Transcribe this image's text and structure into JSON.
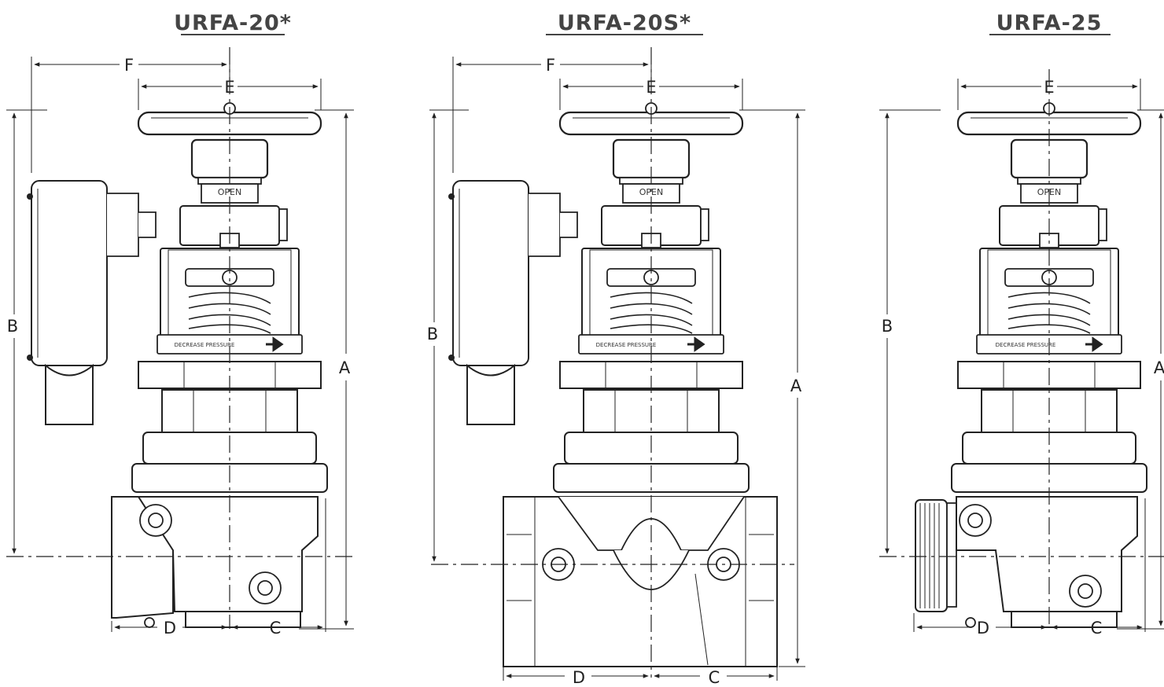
{
  "figure": {
    "views": [
      {
        "id": "urfa-20",
        "title": "URFA-20*",
        "open_label": "OPEN",
        "pressure_label": "DECREASE PRESSURE",
        "dims": {
          "A": "A",
          "B": "B",
          "C": "C",
          "D": "D",
          "E": "E",
          "F": "F"
        }
      },
      {
        "id": "urfa-20s",
        "title": "URFA-20S*",
        "open_label": "OPEN",
        "pressure_label": "DECREASE PRESSURE",
        "dims": {
          "A": "A",
          "B": "B",
          "C": "C",
          "D": "D",
          "E": "E",
          "F": "F"
        }
      },
      {
        "id": "urfa-25",
        "title": "URFA-25",
        "open_label": "OPEN",
        "pressure_label": "DECREASE PRESSURE",
        "dims": {
          "A": "A",
          "B": "B",
          "C": "C",
          "D": "D",
          "E": "E"
        }
      }
    ]
  },
  "colors": {
    "line": "#222222",
    "title": "#444444",
    "background": "#ffffff"
  }
}
